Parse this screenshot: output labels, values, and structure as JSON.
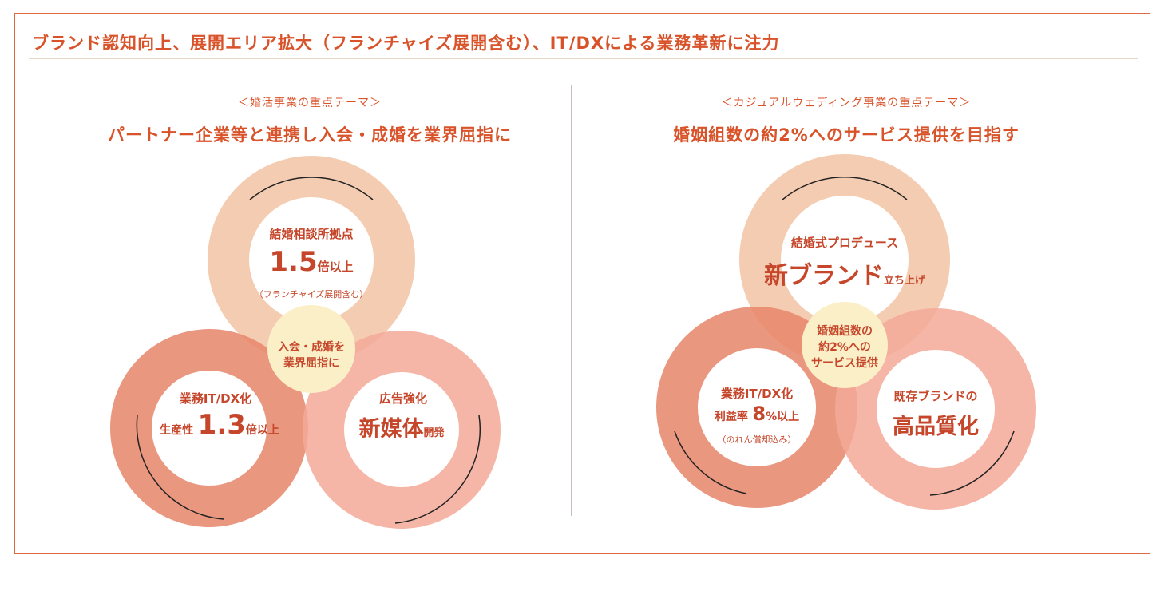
{
  "headline": "ブランド認知向上、展開エリア拡大（フランチャイズ展開含む）、IT/DXによる業務革新に注力",
  "left": {
    "subtitle": "＜婚活事業の重点テーマ＞",
    "theme": "パートナー企業等と連携し入会・成婚を業界屈指に",
    "top_circle": {
      "label": "結婚相談所拠点",
      "value": "1.5",
      "unit": "倍以上",
      "note": "（フランチャイズ展開含む）"
    },
    "left_circle": {
      "label": "業務IT/DX化",
      "prefix": "生産性",
      "value": "1.3",
      "unit": "倍以上"
    },
    "right_circle": {
      "label": "広告強化",
      "value": "新媒体",
      "unit": "開発"
    },
    "center_line1": "入会・成婚を",
    "center_line2": "業界屈指に"
  },
  "right": {
    "subtitle": "＜カジュアルウェディング事業の重点テーマ＞",
    "theme": "婚姻組数の約2%へのサービス提供を目指す",
    "top_circle": {
      "label": "結婚式プロデュース",
      "value": "新ブランド",
      "unit": "立ち上げ"
    },
    "left_circle": {
      "label": "業務IT/DX化",
      "prefix": "利益率",
      "value": "8",
      "unit": "%以上",
      "note": "（のれん償却込み）"
    },
    "right_circle": {
      "label": "既存ブランドの",
      "value": "高品質化"
    },
    "center_line1": "婚姻組数の",
    "center_line2": "約2%への",
    "center_line3": "サービス提供"
  },
  "colors": {
    "accent": "#d9532a",
    "ring_top": "#f2c3a4",
    "ring_left": "#e6856a",
    "ring_right": "#f3a998",
    "center": "#fbefc8",
    "frame": "#e0693f"
  }
}
